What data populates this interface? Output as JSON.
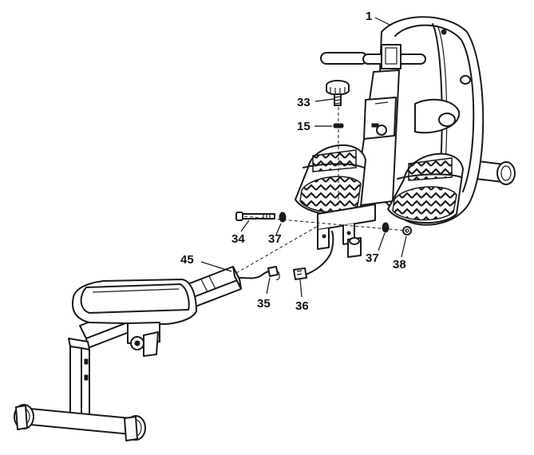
{
  "diagram": {
    "callouts": [
      "1",
      "33",
      "15",
      "34",
      "37",
      "37",
      "38",
      "45",
      "35",
      "36"
    ]
  }
}
